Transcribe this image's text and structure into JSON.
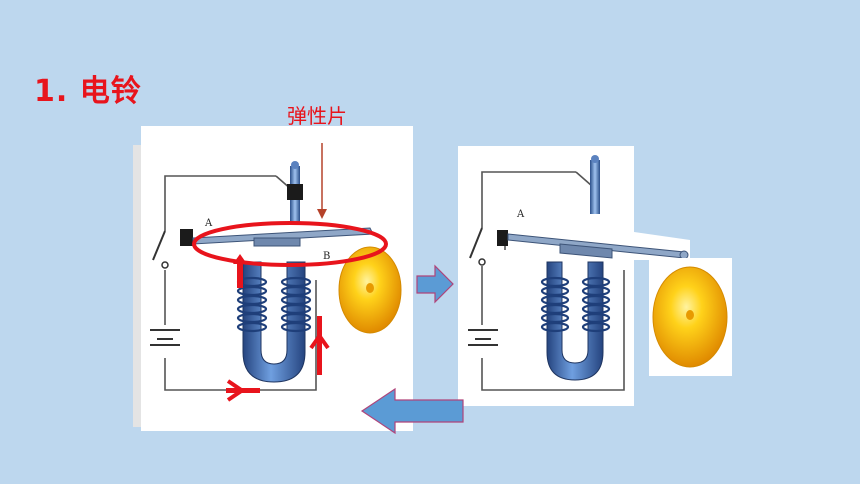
{
  "slide": {
    "title": "1. 电铃",
    "annotation_label": "弹性片",
    "panel_letters": {
      "contact_a": "A",
      "contact_b": "B"
    },
    "colors": {
      "background": "#bdd7ee",
      "title": "#e8141c",
      "highlight": "#e8141c",
      "arrow_fill": "#5b9bd5",
      "arrow_border": "#b0447a",
      "bell": "#f5b800",
      "magnet": "#3a5ea8",
      "coil": "#1f3f7a"
    }
  }
}
